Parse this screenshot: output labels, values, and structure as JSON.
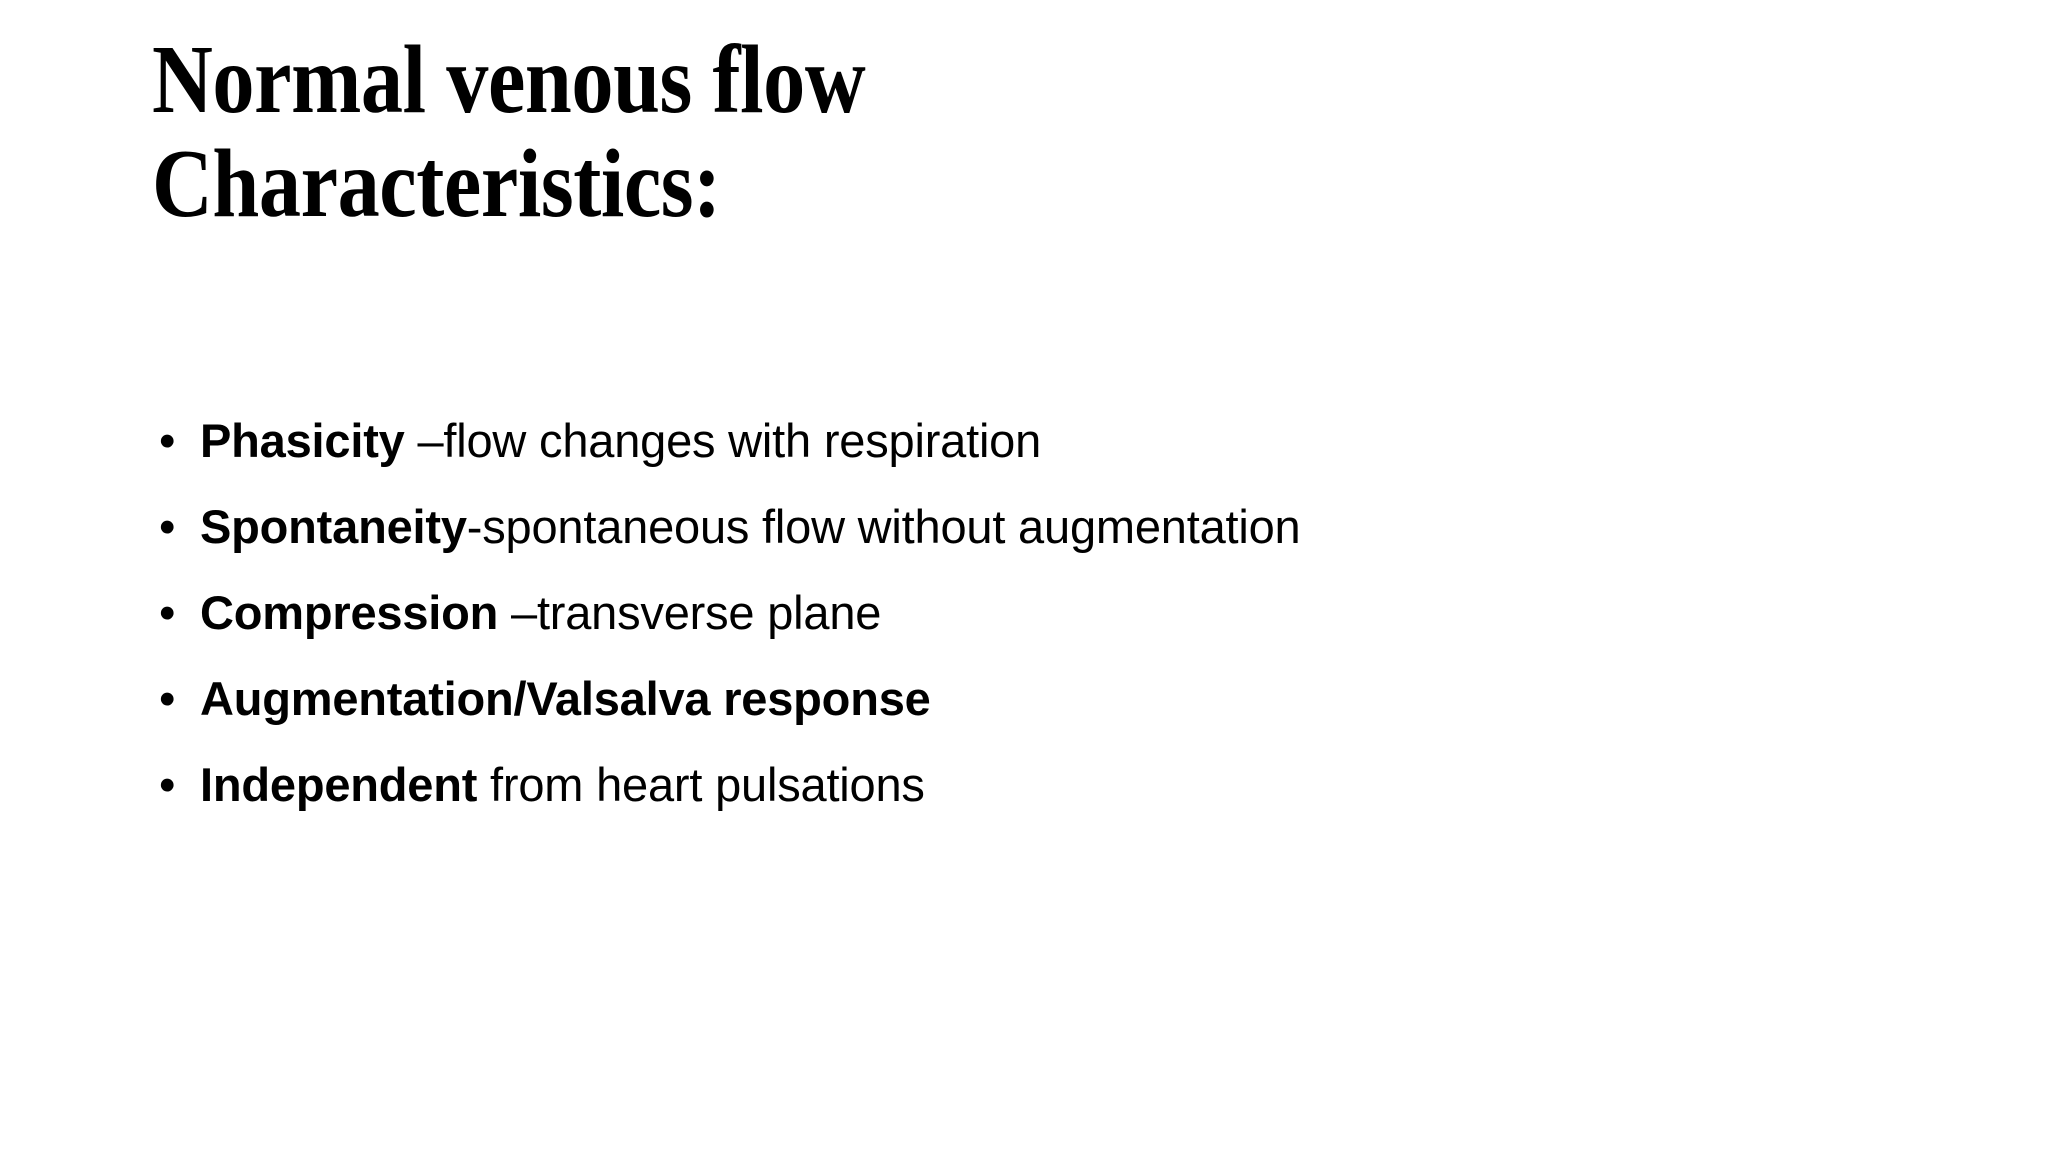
{
  "slide": {
    "background_color": "#ffffff",
    "text_color": "#000000",
    "title": {
      "line1": "Normal venous flow",
      "line2": "Characteristics:"
    },
    "bullet_marker": "•",
    "bullets": [
      {
        "marker": "•",
        "lead": "Phasicity",
        "rest": " –flow changes with respiration",
        "rest_bold": false
      },
      {
        "marker": "•",
        "lead": "Spontaneity",
        "rest": "-spontaneous flow without augmentation",
        "rest_bold": false
      },
      {
        "marker": "•",
        "lead": "Compression",
        "rest": " –transverse plane",
        "rest_bold": false
      },
      {
        "marker": "•",
        "lead": "Augmentation/Valsalva response",
        "rest": "",
        "rest_bold": true
      },
      {
        "marker": "•",
        "lead": "Independent",
        "rest": " from heart pulsations",
        "rest_bold": false
      }
    ]
  }
}
